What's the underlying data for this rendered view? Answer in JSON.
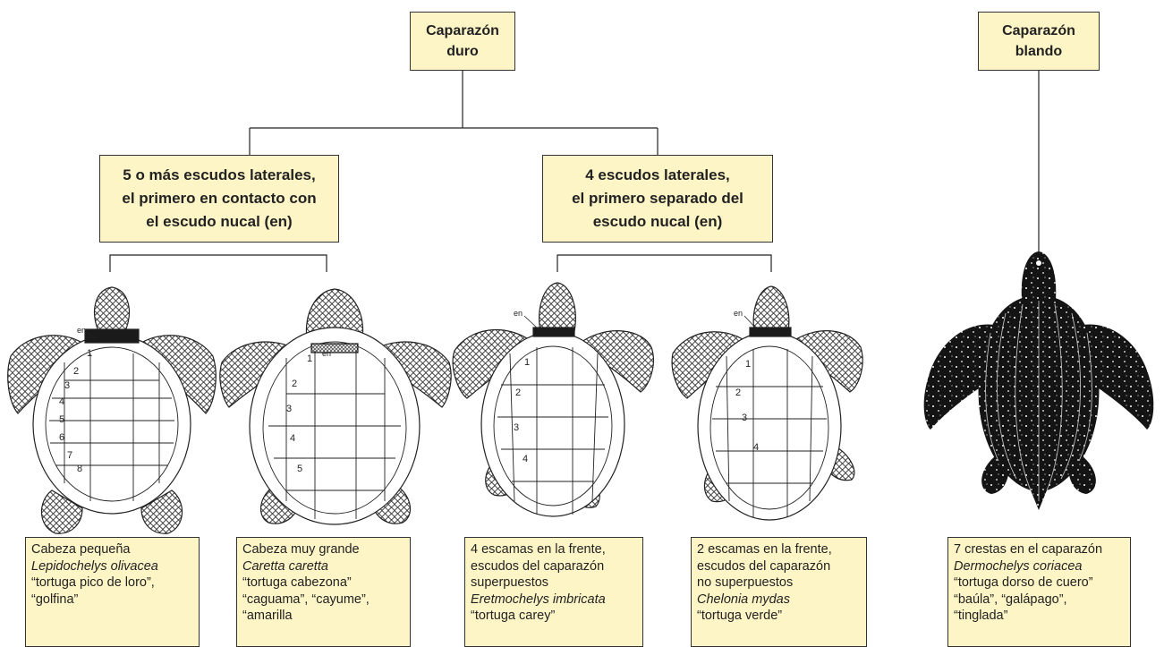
{
  "title_boxes": {
    "hard": [
      "Caparazón",
      "duro"
    ],
    "soft": [
      "Caparazón",
      "blando"
    ]
  },
  "criteria": {
    "five_or_more": [
      "5 o más escudos laterales,",
      "el primero en contacto con",
      "el escudo nucal (en)"
    ],
    "four": [
      "4 escudos laterales,",
      "el primero separado del",
      "escudo nucal (en)"
    ]
  },
  "label_en": "en",
  "turtles": [
    {
      "id": "olivacea",
      "scute_numbers": [
        "1",
        "2",
        "3",
        "4",
        "5",
        "6",
        "7",
        "8"
      ],
      "desc": [
        "Cabeza pequeña",
        "Lepidochelys olivacea",
        "“tortuga pico de loro”,",
        "“golfina”"
      ]
    },
    {
      "id": "caretta",
      "scute_numbers": [
        "1",
        "2",
        "3",
        "4",
        "5"
      ],
      "desc": [
        "Cabeza muy grande",
        "Caretta caretta",
        "“tortuga cabezona”",
        "“caguama”, “cayume”,",
        "“amarilla"
      ]
    },
    {
      "id": "imbricata",
      "scute_numbers": [
        "1",
        "2",
        "3",
        "4"
      ],
      "desc": [
        "4 escamas en la frente,",
        "escudos del caparazón",
        "superpuestos",
        "Eretmochelys imbricata",
        "“tortuga carey”"
      ]
    },
    {
      "id": "mydas",
      "scute_numbers": [
        "1",
        "2",
        "3",
        "4"
      ],
      "desc": [
        "2 escamas en la frente,",
        "escudos del caparazón",
        "no superpuestos",
        "Chelonia mydas",
        "“tortuga verde”"
      ]
    },
    {
      "id": "coriacea",
      "scute_numbers": [],
      "desc": [
        "7 crestas en el caparazón",
        "Dermochelys coriacea",
        "“tortuga dorso de cuero”",
        "“baúla”, “galápago”,",
        "“tinglada”"
      ]
    }
  ],
  "colors": {
    "box_fill": "#fdf5c6",
    "stroke": "#222222",
    "leatherback": "#141414"
  }
}
